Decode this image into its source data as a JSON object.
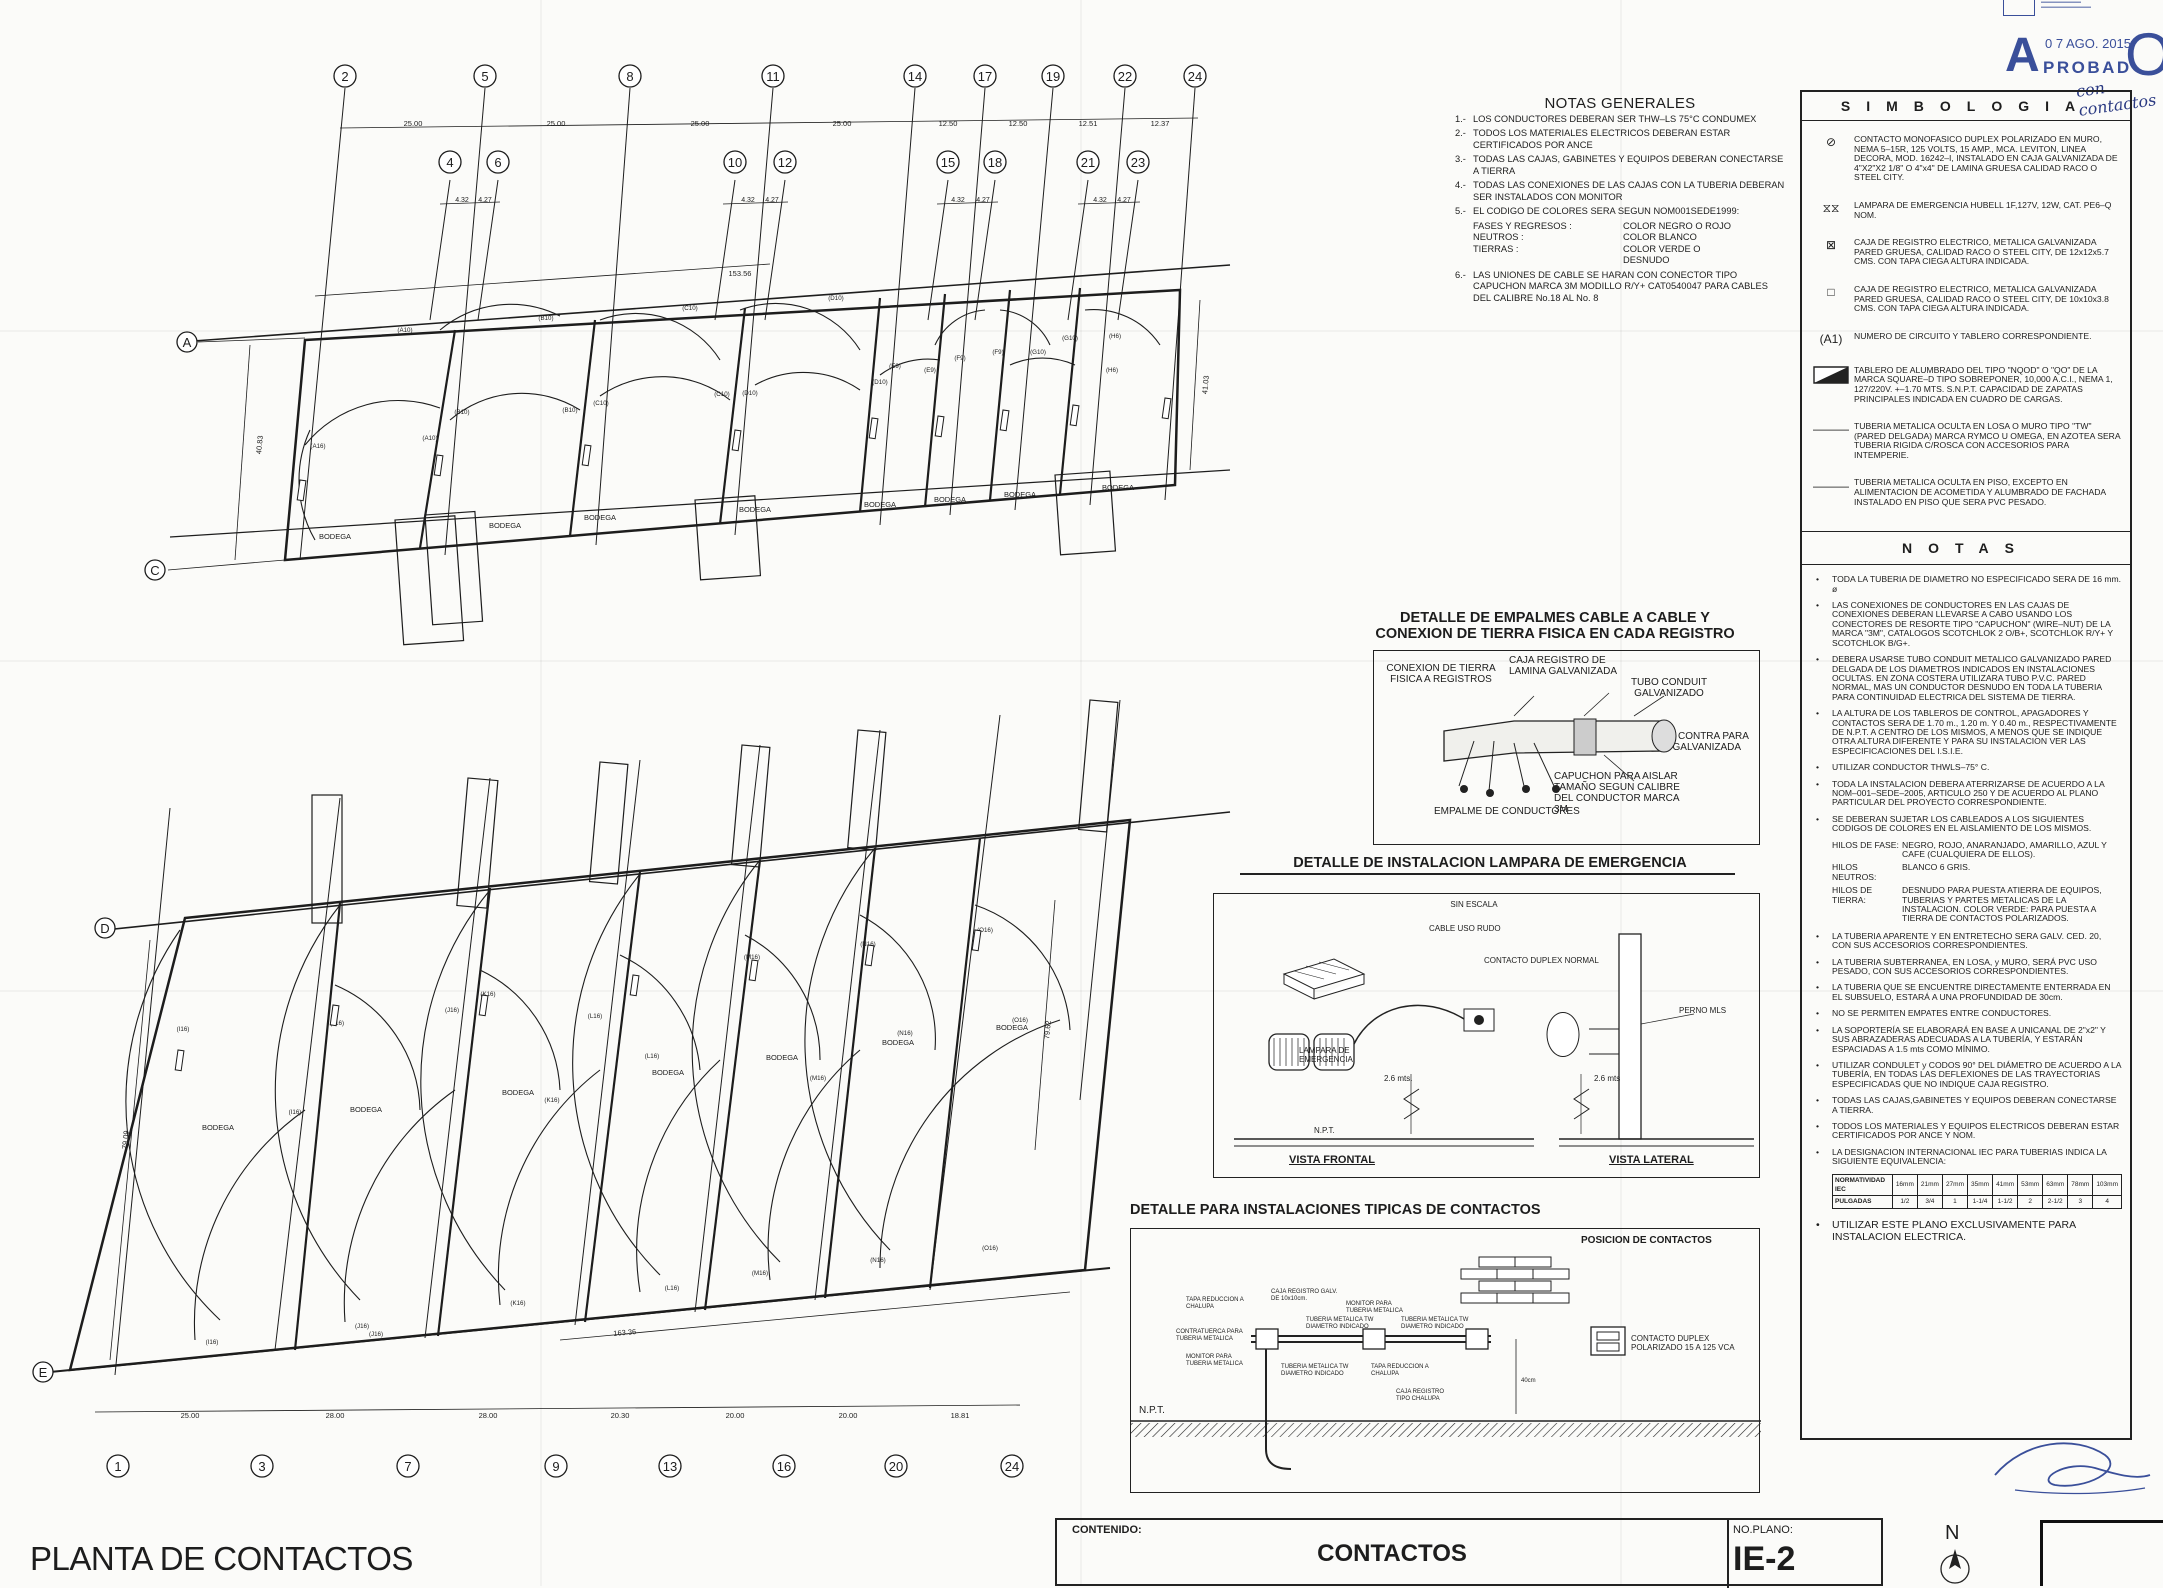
{
  "sheet": {
    "title": "PLANTA DE CONTACTOS",
    "contenido_label": "CONTENIDO:",
    "contenido_value": "CONTACTOS",
    "no_plano_label": "NO.PLANO:",
    "no_plano_value": "IE-2",
    "north_label": "N"
  },
  "stamp": {
    "date": "0 7 AGO. 2015",
    "word": "PROBAD",
    "big_letter": "A",
    "handwriting": "con contactos"
  },
  "grid": {
    "top_row_upper": [
      "2",
      "5",
      "8",
      "11",
      "14",
      "17",
      "19",
      "22",
      "24"
    ],
    "top_row_lower": [
      "4",
      "6",
      "10",
      "12",
      "15",
      "18",
      "21",
      "23"
    ],
    "bottom_row": [
      "1",
      "3",
      "7",
      "9",
      "13",
      "16",
      "20",
      "24"
    ],
    "left_axes": [
      "A",
      "C",
      "D",
      "E"
    ]
  },
  "dimensions": {
    "top_spans": [
      "25.00",
      "25.00",
      "25.00",
      "25.00",
      "12.50",
      "12.50",
      "12.51",
      "12.37"
    ],
    "small": [
      "4.32",
      "4.27",
      "4.32",
      "4.27",
      "4.32",
      "4.27",
      "4.32",
      "4.27"
    ],
    "upper_total": "153.56",
    "upper_left_height": "40.83",
    "upper_right_height": "41.03",
    "bottom_spans": [
      "25.00",
      "28.00",
      "28.00",
      "20.30",
      "20.00",
      "20.00",
      "18.81"
    ],
    "lower_total": "163.36",
    "lower_left_height": "79.09",
    "lower_right_height": "79.62"
  },
  "plan_labels": {
    "bodega": "BODEGA",
    "upper_circuits": [
      "(A16)",
      "(A10)",
      "(B10)",
      "(B10)",
      "(C10)",
      "(C10)",
      "(D10)",
      "(D10)",
      "(E9)",
      "(E9)",
      "(F9)",
      "(F9)",
      "(G10)",
      "(G10)",
      "(H6)",
      "(H6)",
      "(A10)",
      "(B10)",
      "(C10)",
      "(D10)"
    ],
    "lower_circuits": [
      "(I16)",
      "(I16)",
      "(J16)",
      "(J16)",
      "(J16)",
      "(K16)",
      "(K16)",
      "(K16)",
      "(L16)",
      "(L16)",
      "(L16)",
      "(M16)",
      "(M16)",
      "(M16)",
      "(N16)",
      "(N16)",
      "(N16)",
      "(O16)",
      "(O16)",
      "(O16)",
      "(I16)",
      "(J16)"
    ]
  },
  "notas_generales": {
    "title": "NOTAS GENERALES",
    "items": [
      {
        "n": "1.-",
        "text": "LOS CONDUCTORES DEBERAN SER THW–LS 75°C CONDUMEX"
      },
      {
        "n": "2.-",
        "text": "TODOS LOS MATERIALES ELECTRICOS DEBERAN ESTAR CERTIFICADOS POR ANCE"
      },
      {
        "n": "3.-",
        "text": "TODAS LAS CAJAS, GABINETES Y EQUIPOS DEBERAN CONECTARSE A TIERRA"
      },
      {
        "n": "4.-",
        "text": "TODAS LAS CONEXIONES DE LAS CAJAS CON LA TUBERIA DEBERAN SER INSTALADOS CON MONITOR"
      },
      {
        "n": "5.-",
        "text": "EL CODIGO DE COLORES SERA SEGUN NOM001SEDE1999:"
      },
      {
        "n": "6.-",
        "text": "LAS UNIONES DE CABLE SE HARAN CON CONECTOR TIPO CAPUCHON MARCA 3M MODILLO R/Y+ CAT0540047 PARA CABLES DEL CALIBRE No.18 AL No. 8"
      }
    ],
    "colors": [
      {
        "k": "FASES Y REGRESOS :",
        "v": "COLOR NEGRO O ROJO"
      },
      {
        "k": "NEUTROS :",
        "v": "COLOR BLANCO"
      },
      {
        "k": "TIERRAS :",
        "v": "COLOR VERDE O DESNUDO"
      }
    ]
  },
  "simbologia": {
    "title": "SIMBOLOGIA",
    "items": [
      {
        "icon": "duplex-outlet-icon",
        "sym": "⊘",
        "text": "CONTACTO MONOFASICO DUPLEX POLARIZADO EN MURO, NEMA 5–15R, 125 VOLTS, 15 AMP., MCA. LEVITON, LINEA DECORA, MOD. 16242–I, INSTALADO EN CAJA GALVANIZADA DE 4\"X2\"X2 1/8\" O 4\"x4\" DE LAMINA GRUESA CALIDAD RACO O STEEL CITY."
      },
      {
        "icon": "emergency-lamp-icon",
        "sym": "⧖⧖",
        "text": "LAMPARA DE EMERGENCIA HUBELL 1F,127V, 12W, CAT. PE6–Q NOM."
      },
      {
        "icon": "junction-box-x-icon",
        "sym": "⊠",
        "text": "CAJA DE REGISTRO ELECTRICO, METALICA GALVANIZADA PARED GRUESA, CALIDAD RACO O STEEL CITY, DE 12x12x5.7 CMS. CON TAPA CIEGA ALTURA INDICADA."
      },
      {
        "icon": "junction-box-icon",
        "sym": "□",
        "text": "CAJA DE REGISTRO ELECTRICO, METALICA GALVANIZADA PARED GRUESA, CALIDAD RACO O STEEL CITY, DE 10x10x3.8 CMS. CON TAPA CIEGA ALTURA INDICADA."
      },
      {
        "icon": "circuit-number-icon",
        "sym": "(A1)",
        "text": "NUMERO DE CIRCUITO Y TABLERO CORRESPONDIENTE."
      },
      {
        "icon": "panel-board-icon",
        "sym": "◩",
        "text": "TABLERO DE ALUMBRADO DEL TIPO \"NQOD\" O \"QO\" DE LA MARCA SQUARE–D TIPO SOBREPONER, 10,000 A.C.I., NEMA 1, 127/220V. +–1.70 MTS. S.N.P.T. CAPACIDAD DE ZAPATAS PRINCIPALES INDICADA EN CUADRO DE CARGAS."
      },
      {
        "icon": "conduit-ceiling-line-icon",
        "sym": "———",
        "text": "TUBERIA METALICA OCULTA EN LOSA O MURO TIPO \"TW\" (PARED DELGADA) MARCA RYMCO U OMEGA, EN AZOTEA SERA TUBERIA RIGIDA C/ROSCA CON ACCESORIOS PARA INTEMPERIE."
      },
      {
        "icon": "conduit-floor-line-icon",
        "sym": "———",
        "text": "TUBERIA METALICA OCULTA EN PISO, EXCEPTO EN ALIMENTACION DE ACOMETIDA Y ALUMBRADO DE FACHADA INSTALADO EN PISO QUE SERA PVC PESADO."
      }
    ]
  },
  "notas": {
    "title": "NOTAS",
    "items": [
      "TODA LA TUBERIA DE DIAMETRO NO ESPECIFICADO SERA DE 16 mm. ø",
      "LAS CONEXIONES DE CONDUCTORES EN LAS CAJAS DE CONEXIONES DEBERAN LLEVARSE A CABO USANDO LOS CONECTORES DE RESORTE TIPO \"CAPUCHON\" (WIRE–NUT) DE LA MARCA \"3M\", CATALOGOS SCOTCHLOK 2 O/B+, SCOTCHLOK R/Y+ Y SCOTCHLOK B/G+.",
      "DEBERA USARSE TUBO CONDUIT METALICO GALVANIZADO PARED DELGADA DE LOS DIAMETROS INDICADOS EN INSTALACIONES OCULTAS. EN ZONA COSTERA UTILIZARA TUBO P.V.C. PARED NORMAL, MAS UN CONDUCTOR DESNUDO EN TODA LA TUBERIA PARA CONTINUIDAD ELECTRICA DEL SISTEMA DE TIERRA.",
      "LA ALTURA DE LOS TABLEROS DE CONTROL, APAGADORES Y CONTACTOS SERA DE 1.70 m., 1.20 m. Y 0.40 m., RESPECTIVAMENTE DE N.P.T. A CENTRO DE LOS MISMOS, A MENOS QUE SE INDIQUE OTRA ALTURA DIFERENTE Y PARA SU INSTALACION VER LAS ESPECIFICACIONES DEL I.S.I.E.",
      "UTILIZAR CONDUCTOR THWLS–75° C.",
      "TODA LA INSTALACION DEBERA ATERRIZARSE DE ACUERDO A LA NOM–001–SEDE–2005, ARTICULO 250 Y DE ACUERDO AL PLANO PARTICULAR DEL PROYECTO CORRESPONDIENTE.",
      "SE DEBERAN SUJETAR LOS CABLEADOS A LOS SIGUIENTES CODIGOS DE COLORES EN EL AISLAMIENTO DE LOS MISMOS."
    ],
    "hilos": [
      {
        "k": "HILOS DE FASE:",
        "v": "NEGRO, ROJO, ANARANJADO, AMARILLO, AZUL Y CAFE (CUALQUIERA DE ELLOS)."
      },
      {
        "k": "HILOS NEUTROS:",
        "v": "BLANCO 6 GRIS."
      },
      {
        "k": "HILOS DE TIERRA:",
        "v": "DESNUDO PARA PUESTA ATIERRA DE EQUIPOS, TUBERIAS Y PARTES METALICAS DE LA INSTALACION. COLOR VERDE: PARA PUESTA A TIERRA DE CONTACTOS POLARIZADOS."
      }
    ],
    "items2": [
      "LA TUBERIA APARENTE Y EN ENTRETECHO SERA GALV. CED. 20, CON SUS ACCESORIOS CORRESPONDIENTES.",
      "LA TUBERIA SUBTERRANEA, EN LOSA, y MURO, SERÁ PVC USO PESADO, CON SUS ACCESORIOS CORRESPONDIENTES.",
      "LA TUBERIA QUE SE ENCUENTRE DIRECTAMENTE ENTERRADA EN EL SUBSUELO, ESTARÁ A UNA PROFUNDIDAD DE 30cm.",
      "NO SE PERMITEN EMPATES ENTRE CONDUCTORES.",
      "LA SOPORTERÍA SE ELABORARÁ EN BASE A UNICANAL DE 2\"x2\" Y SUS ABRAZADERAS ADECUADAS A LA TUBERÍA, Y ESTARÁN ESPACIADAS A 1.5 mts COMO MÍNIMO.",
      "UTILIZAR CONDULET y CODOS 90° DEL DIÁMETRO DE ACUERDO A LA TUBERÍA, EN TODAS LAS DEFLEXIONES DE LAS TRAYECTORIAS ESPECIFICADAS QUE NO INDIQUE CAJA REGISTRO.",
      "TODAS LAS CAJAS,GABINETES Y EQUIPOS DEBERAN CONECTARSE A TIERRA.",
      "TODOS LOS MATERIALES Y EQUIPOS ELECTRICOS DEBERAN ESTAR CERTIFICADOS POR ANCE Y NOM.",
      "LA DESIGNACION INTERNACIONAL IEC PARA TUBERIAS INDICA LA SIGUIENTE EQUIVALENCIA:"
    ],
    "iec_table": {
      "row1_label": "NORMATIVIDAD IEC",
      "row1": [
        "16mm",
        "21mm",
        "27mm",
        "35mm",
        "41mm",
        "53mm",
        "63mm",
        "78mm",
        "103mm"
      ],
      "row2_label": "PULGADAS",
      "row2": [
        "1/2",
        "3/4",
        "1",
        "1-1/4",
        "1-1/2",
        "2",
        "2-1/2",
        "3",
        "4"
      ]
    },
    "final": "UTILIZAR ESTE PLANO EXCLUSIVAMENTE PARA INSTALACION ELECTRICA."
  },
  "detalle_empalmes": {
    "title": "DETALLE DE EMPALMES CABLE A CABLE Y CONEXION DE TIERRA FISICA EN CADA REGISTRO",
    "labels": {
      "conexion": "CONEXION DE TIERRA FISICA A REGISTROS",
      "caja": "CAJA REGISTRO DE LAMINA GALVANIZADA",
      "tubo": "TUBO CONDUIT GALVANIZADO",
      "monitor": "MONITOR Y CONTRA PARA TUBERIA GALVANIZADA",
      "capuchon": "CAPUCHON PARA AISLAR TAMAÑO SEGUN CALIBRE DEL CONDUCTOR MARCA 3M",
      "empalme": "EMPALME DE CONDUCTORES"
    }
  },
  "detalle_lampara": {
    "title": "DETALLE DE INSTALACION LAMPARA DE EMERGENCIA",
    "scale": "SIN ESCALA",
    "labels": {
      "cable": "CABLE USO RUDO",
      "contacto": "CONTACTO DUPLEX NORMAL",
      "lampara": "LAMPARA DE EMERGENCIA",
      "perno": "PERNO MLS",
      "h1": "2.6 mts.",
      "h2": "2.6 mts",
      "npt": "N.P.T.",
      "frontal": "VISTA FRONTAL",
      "lateral": "VISTA LATERAL"
    }
  },
  "detalle_contactos": {
    "title": "DETALLE PARA INSTALACIONES TIPICAS DE CONTACTOS",
    "posicion": "POSICION DE CONTACTOS",
    "npt": "N.P.T.",
    "labels": {
      "tapa_red": "TAPA REDUCCION A CHALUPA",
      "contratuerca": "CONTRATUERCA PARA TUBERIA METALICA",
      "monitor": "MONITOR PARA TUBERIA METALICA",
      "caja_reg": "CAJA REGISTRO GALV. DE 10x10cm.",
      "tuberia": "TUBERIA METALICA TW DIAMETRO INDICADO",
      "monitor2": "MONITOR PARA TUBERIA METALICA",
      "tuberia2": "TUBERIA METALICA TW DIAMETRO INDICADO",
      "tuberia3": "TUBERIA METALICA TW DIAMETRO INDICADO",
      "tapa2": "TAPA REDUCCION A CHALUPA",
      "caja2": "CAJA REGISTRO TIPO CHALUPA",
      "h": "40cm",
      "duplex": "CONTACTO DUPLEX POLARIZADO 15 A 125 VCA"
    }
  },
  "colors": {
    "ink": "#1d1d1d",
    "paper": "#fbfbf9",
    "stamp_blue": "#3a4f9a"
  }
}
